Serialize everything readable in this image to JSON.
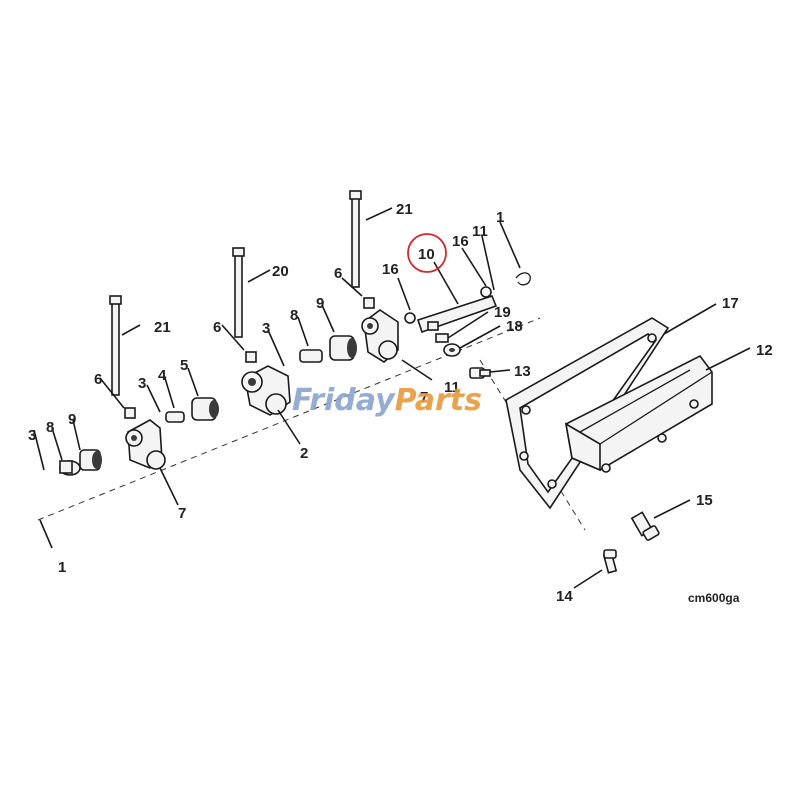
{
  "diagram": {
    "callouts": [
      {
        "id": "c1a",
        "text": "1"
      },
      {
        "id": "c1b",
        "text": "1"
      },
      {
        "id": "c2",
        "text": "2"
      },
      {
        "id": "c3a",
        "text": "3"
      },
      {
        "id": "c3b",
        "text": "3"
      },
      {
        "id": "c3c",
        "text": "3"
      },
      {
        "id": "c4",
        "text": "4"
      },
      {
        "id": "c5",
        "text": "5"
      },
      {
        "id": "c6a",
        "text": "6"
      },
      {
        "id": "c6b",
        "text": "6"
      },
      {
        "id": "c6c",
        "text": "6"
      },
      {
        "id": "c7a",
        "text": "7"
      },
      {
        "id": "c7b",
        "text": "7"
      },
      {
        "id": "c8a",
        "text": "8"
      },
      {
        "id": "c8b",
        "text": "8"
      },
      {
        "id": "c9a",
        "text": "9"
      },
      {
        "id": "c9b",
        "text": "9"
      },
      {
        "id": "c10",
        "text": "10"
      },
      {
        "id": "c11a",
        "text": "11"
      },
      {
        "id": "c11b",
        "text": "11"
      },
      {
        "id": "c12",
        "text": "12"
      },
      {
        "id": "c13",
        "text": "13"
      },
      {
        "id": "c14",
        "text": "14"
      },
      {
        "id": "c15",
        "text": "15"
      },
      {
        "id": "c16a",
        "text": "16"
      },
      {
        "id": "c16b",
        "text": "16"
      },
      {
        "id": "c17",
        "text": "17"
      },
      {
        "id": "c18",
        "text": "18"
      },
      {
        "id": "c19",
        "text": "19"
      },
      {
        "id": "c20",
        "text": "20"
      },
      {
        "id": "c21a",
        "text": "21"
      },
      {
        "id": "c21b",
        "text": "21"
      }
    ],
    "highlighted_callout": "10",
    "highlight_color": "#d12b2b",
    "drawing_code": "cm600ga"
  },
  "watermark": {
    "part1": "Friday",
    "part2": "Parts",
    "color1": "#8aa4cf",
    "color2": "#e59a3a"
  }
}
